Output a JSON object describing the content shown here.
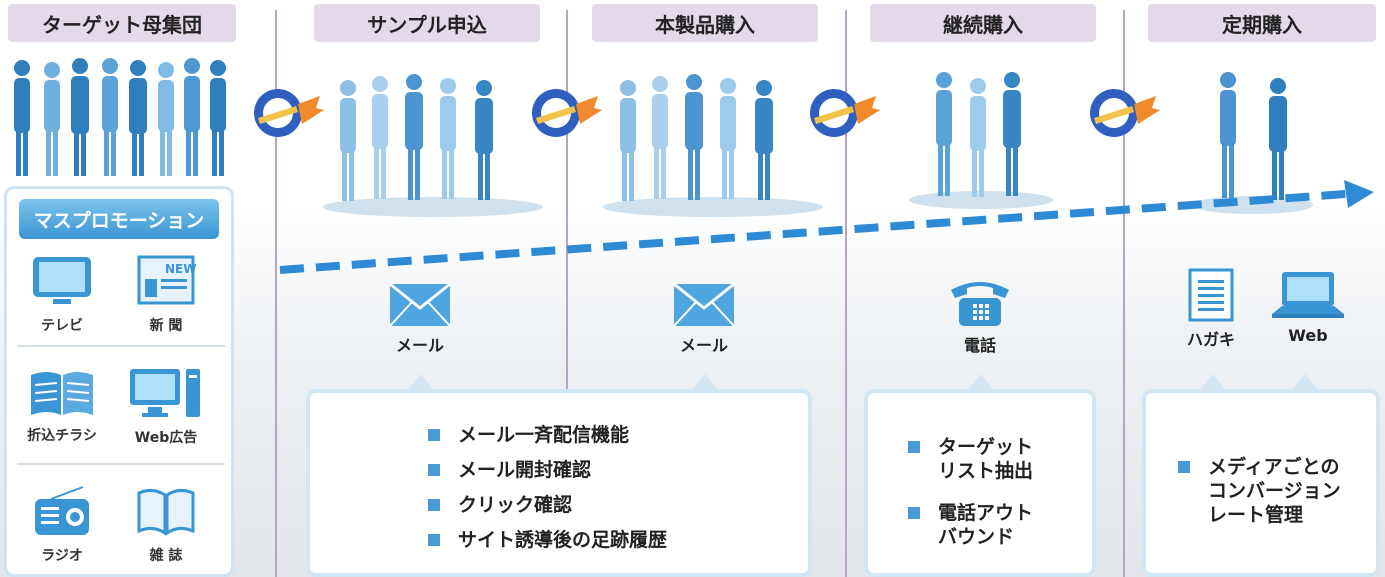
{
  "stages": {
    "target": "ターゲット母集団",
    "sample": "サンプル申込",
    "product": "本製品購入",
    "continuous": "継続購入",
    "subscription": "定期購入"
  },
  "mass_promotion": {
    "title": "マスプロモーション",
    "media": {
      "tv": "テレビ",
      "newspaper": "新 聞",
      "newspaper_icon_text": "NEWS",
      "flyer": "折込チラシ",
      "web_ad": "Web広告",
      "radio": "ラジオ",
      "magazine": "雑 誌"
    }
  },
  "channels": {
    "mail1": "メール",
    "mail2": "メール",
    "phone": "電話",
    "postcard": "ハガキ",
    "web": "Web"
  },
  "features": {
    "mail": [
      "メール一斉配信機能",
      "メール開封確認",
      "クリック確認",
      "サイト誘導後の足跡履歴"
    ],
    "phone": [
      "ターゲット\nリスト抽出",
      "電話アウト\nバウンド"
    ],
    "conversion": [
      "メディアごとの\nコンバージョン\nレート管理"
    ]
  },
  "colors": {
    "accent": "#3a95d4",
    "label_bg": "#e3d9e8",
    "divider": "#b7a4c2",
    "arrow_orange": "#f08a2c"
  }
}
